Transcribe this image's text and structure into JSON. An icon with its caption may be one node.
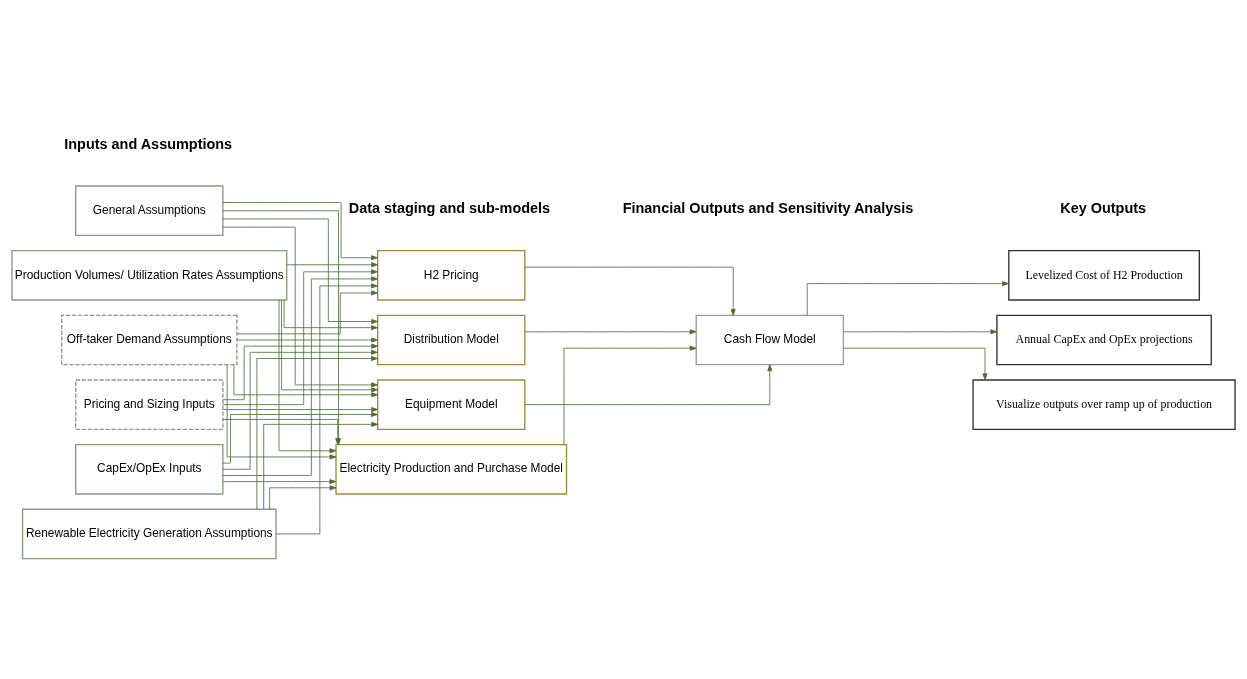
{
  "diagram": {
    "nodes": [
      {
        "text": [
          "General Assumptions"
        ]
      },
      {
        "text": [
          "Production Volumes/ Utilization Rates Assumptions"
        ]
      },
      {
        "text": [
          "Off-taker Demand Assumptions"
        ]
      },
      {
        "text": [
          "Pricing and Sizing Inputs"
        ]
      },
      {
        "text": [
          "CapEx/OpEx Inputs"
        ]
      },
      {
        "text": [
          "Renewable Electricity Generation Assumptions"
        ]
      },
      {
        "text": [
          "H2 Pricing"
        ]
      },
      {
        "text": [
          "Distribution Model"
        ]
      },
      {
        "text": [
          "Equipment Model"
        ]
      },
      {
        "text": [
          "Electricity Production and Purchase Model"
        ]
      },
      {
        "text": [
          "Cash Flow Model"
        ]
      },
      {
        "text": [
          "Levelized Cost of H2 Production"
        ]
      },
      {
        "text": [
          "Annual CapEx and OpEx projections"
        ]
      },
      {
        "text": [
          "Visualize outputs over ramp up of production"
        ]
      }
    ],
    "edges": [
      {
        "from": 0,
        "to": 6,
        "arrow": "to"
      },
      {
        "from": 0,
        "to": 7,
        "arrow": "to"
      },
      {
        "from": 0,
        "to": 8,
        "arrow": "to"
      },
      {
        "from": 0,
        "to": 9,
        "arrow": "to"
      },
      {
        "from": 1,
        "to": 6,
        "arrow": "to"
      },
      {
        "from": 1,
        "to": 7,
        "arrow": "to"
      },
      {
        "from": 1,
        "to": 8,
        "arrow": "to"
      },
      {
        "from": 1,
        "to": 9,
        "arrow": "to"
      },
      {
        "from": 2,
        "to": 6,
        "arrow": "to"
      },
      {
        "from": 2,
        "to": 7,
        "arrow": "to"
      },
      {
        "from": 2,
        "to": 8,
        "arrow": "to"
      },
      {
        "from": 2,
        "to": 9,
        "arrow": "to"
      },
      {
        "from": 3,
        "to": 6,
        "arrow": "to"
      },
      {
        "from": 3,
        "to": 7,
        "arrow": "to"
      },
      {
        "from": 3,
        "to": 8,
        "arrow": "to"
      },
      {
        "from": 3,
        "to": 9,
        "arrow": "to"
      },
      {
        "from": 4,
        "to": 6,
        "arrow": "to"
      },
      {
        "from": 4,
        "to": 7,
        "arrow": "to"
      },
      {
        "from": 4,
        "to": 8,
        "arrow": "to"
      },
      {
        "from": 4,
        "to": 9,
        "arrow": "to"
      },
      {
        "from": 5,
        "to": 6,
        "arrow": "to"
      },
      {
        "from": 5,
        "to": 7,
        "arrow": "to"
      },
      {
        "from": 5,
        "to": 8,
        "arrow": "to"
      },
      {
        "from": 5,
        "to": 9,
        "arrow": "to"
      },
      {
        "from": 6,
        "to": 10,
        "arrow": "to"
      },
      {
        "from": 7,
        "to": 10,
        "arrow": "to"
      },
      {
        "from": 8,
        "to": 10,
        "arrow": "to"
      },
      {
        "from": 9,
        "to": 10,
        "arrow": "to"
      },
      {
        "from": 10,
        "to": 11,
        "arrow": "to"
      },
      {
        "from": 10,
        "to": 12,
        "arrow": "to"
      },
      {
        "from": 10,
        "to": 13,
        "arrow": "to"
      }
    ],
    "labels": [
      "Inputs and Assumptions",
      "Data staging and sub-models",
      "Financial Outputs and Sensitivity Analysis",
      "Key Outputs"
    ]
  }
}
